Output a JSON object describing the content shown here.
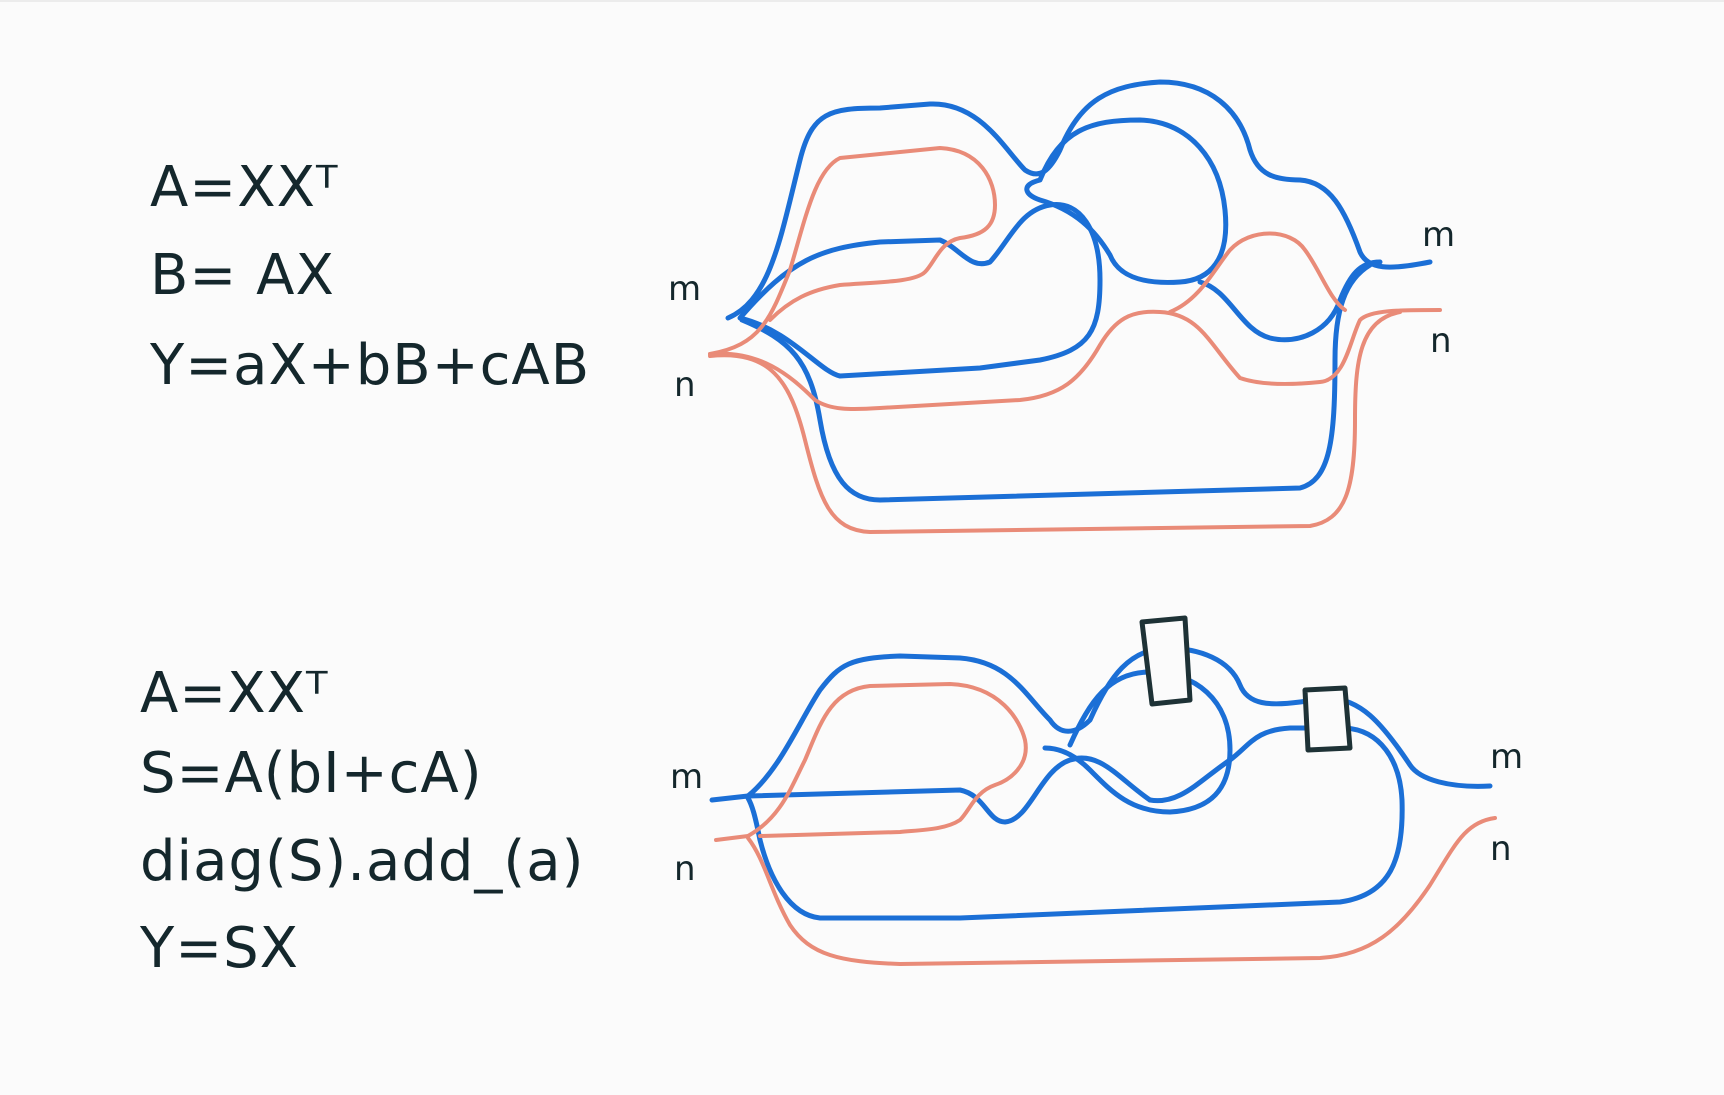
{
  "top_panel": {
    "equations": [
      "A=XXᵀ",
      "B= AX",
      "Y=aX+bB+cAB"
    ],
    "left_labels": {
      "m": "m",
      "n": "n"
    },
    "right_labels": {
      "m": "m",
      "n": "n"
    }
  },
  "bottom_panel": {
    "equations": [
      "A=XXᵀ",
      "S=A(bI+cA)",
      "diag(S).add_(a)",
      "Y=SX"
    ],
    "left_labels": {
      "m": "m",
      "n": "n"
    },
    "right_labels": {
      "m": "m",
      "n": "n"
    }
  },
  "colors": {
    "blue": "#1b6fd6",
    "salmon": "#e98b78",
    "ink": "#14272c",
    "background": "#fbfbfb"
  }
}
